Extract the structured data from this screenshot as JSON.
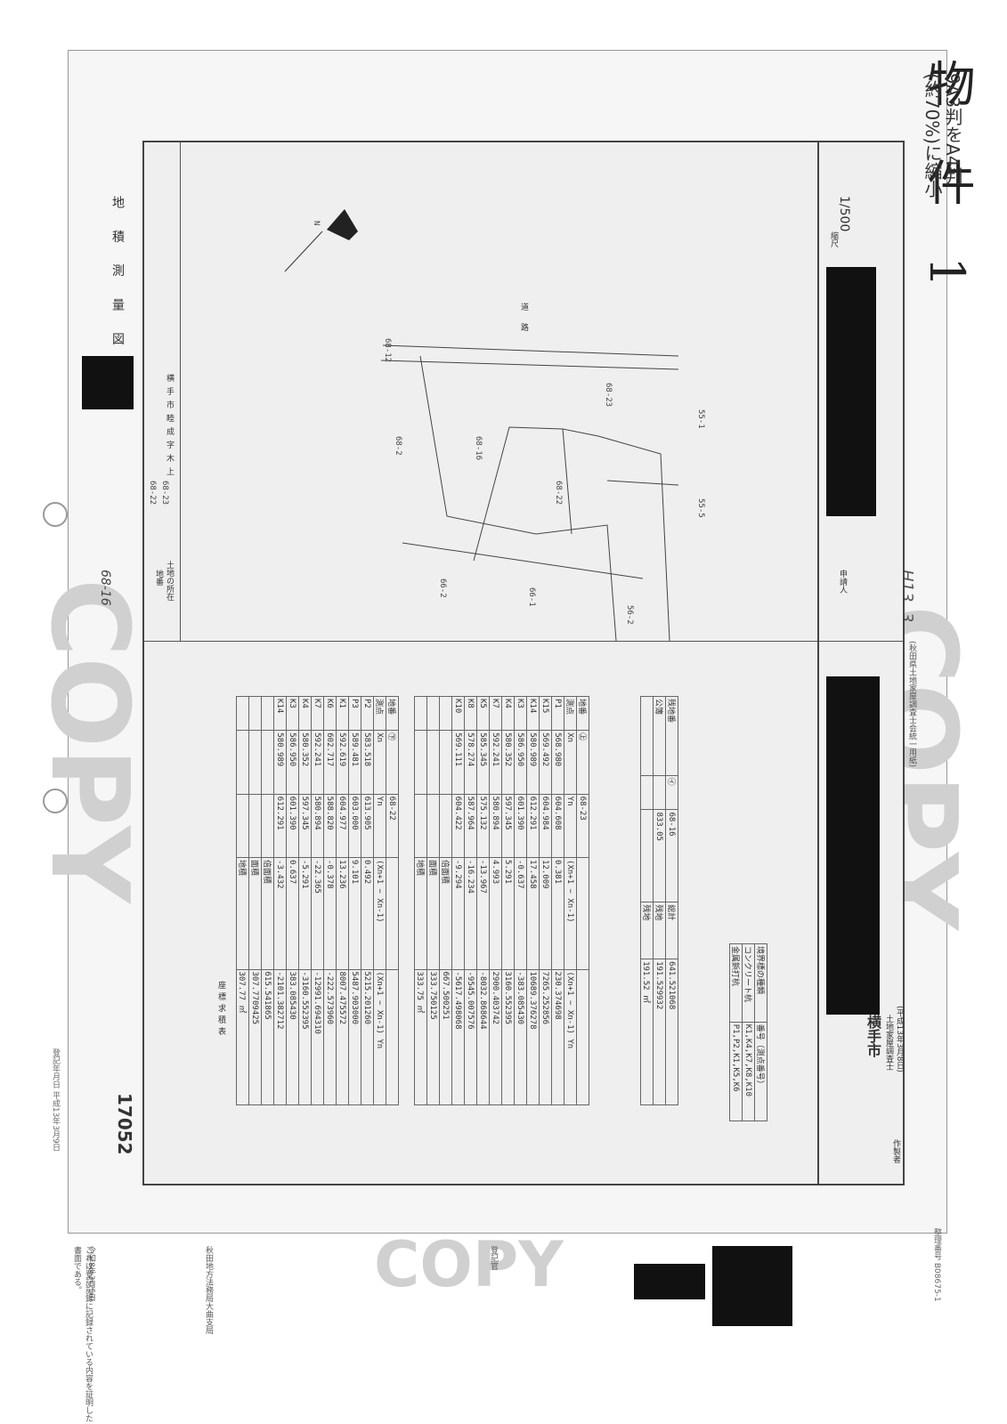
{
  "page_label": "物 件 1",
  "reduce_note": [
    "9A3判をA4判",
    "(約70%)に縮小"
  ],
  "doc_number": "17052",
  "registration": "登記年月日 平成13年3月9日",
  "cert_text": {
    "line1": "これは登記記録に記録されている内容を証明した書面である。",
    "date": "令和8年3月5日",
    "office": "秋田地方法務局大曲支局",
    "officer": "登記官"
  },
  "serial": "整理番号 B08675-1",
  "stamp_text": "H13. 3",
  "title": "地 積 測 量 図",
  "lot_header": {
    "label": "地番",
    "values": [
      "68-22",
      "68-23"
    ],
    "handwritten": "68-16",
    "location_label": "土地の所在",
    "location": "横手市睦成字木上"
  },
  "scale": {
    "label": "縮尺",
    "value": "1/500"
  },
  "applicant_label": "申請人",
  "maker": {
    "label": "作製者",
    "city": "横手市",
    "org": "土地家屋調査士",
    "date": "(平成13年3月8日)",
    "footnote": "(秋田県土地家屋調査士会統一用紙)"
  },
  "watermark": "COPY",
  "map_labels": {
    "north": "N",
    "lots": [
      "68-2",
      "68-16",
      "68-22",
      "68-23",
      "66-2",
      "66-1",
      "56-2",
      "55-5",
      "55-1",
      "68-12"
    ],
    "road": "道路"
  },
  "table1": {
    "title": "座標求積表",
    "header": {
      "lot_label": "地番",
      "lot_mark": "㊦",
      "lot": "68-22",
      "cols": [
        "測点",
        "Xn",
        "Yn",
        "(Xn+1 − Xn-1)",
        "(Xn+1 − Xn-1) Yn"
      ]
    },
    "rows": [
      [
        "P2",
        "583.518",
        "613.905",
        "0.492",
        "5215.201260"
      ],
      [
        "P3",
        "589.481",
        "603.000",
        "9.101",
        "5487.903000"
      ],
      [
        "K1",
        "592.619",
        "604.977",
        "13.236",
        "8007.475572"
      ],
      [
        "K6",
        "602.717",
        "588.820",
        "-0.378",
        "-222.573960"
      ],
      [
        "K7",
        "592.241",
        "580.894",
        "-22.365",
        "-12991.694310"
      ],
      [
        "K4",
        "580.352",
        "597.345",
        "-5.291",
        "-3160.552395"
      ],
      [
        "K3",
        "586.950",
        "601.390",
        "0.637",
        "383.085430"
      ],
      [
        "K14",
        "580.989",
        "612.291",
        "-3.432",
        "-2101.382712"
      ]
    ],
    "totals": [
      [
        "倍面積",
        "615.541865"
      ],
      [
        "面積",
        "307.7709425"
      ],
      [
        "地積",
        "307.77 ㎡"
      ]
    ]
  },
  "table2": {
    "header": {
      "lot_label": "地番",
      "lot_mark": "㊤",
      "lot": "68-23",
      "cols": [
        "測点",
        "Xn",
        "Yn",
        "(Xn+1 − Xn-1)",
        "(Xn+1 − Xn-1) Yn"
      ]
    },
    "rows": [
      [
        "P1",
        "568.980",
        "604.608",
        "0.381",
        "230.374698"
      ],
      [
        "K15",
        "569.492",
        "604.984",
        "12.009",
        "7265.252856"
      ],
      [
        "K14",
        "580.989",
        "612.291",
        "17.458",
        "10689.376278"
      ],
      [
        "K3",
        "586.950",
        "601.390",
        "-0.637",
        "-383.085430"
      ],
      [
        "K4",
        "580.352",
        "597.345",
        "5.291",
        "3160.552395"
      ],
      [
        "K7",
        "592.241",
        "580.894",
        "4.993",
        "2900.403742"
      ],
      [
        "K5",
        "585.345",
        "575.132",
        "-13.967",
        "-8032.868644"
      ],
      [
        "K8",
        "578.274",
        "587.964",
        "-16.234",
        "-9545.007576"
      ],
      [
        "K10",
        "569.111",
        "604.422",
        "-9.294",
        "-5617.498068"
      ]
    ],
    "totals": [
      [
        "倍面積",
        "667.500251"
      ],
      [
        "面積",
        "333.750125"
      ],
      [
        "地積",
        "333.75 ㎡"
      ]
    ]
  },
  "table3": {
    "header": {
      "label": "残地番",
      "mark": "㋑",
      "lot": "68-16"
    },
    "row": [
      "公簿",
      "833.05"
    ],
    "totals": [
      [
        "総計",
        "641.521068"
      ],
      [
        "残地",
        "191.529932"
      ],
      [
        "残地",
        "191.52 ㎡"
      ]
    ]
  },
  "legend": {
    "header": [
      "境界標の種類",
      "番号（測点番号）"
    ],
    "rows": [
      [
        "コンクリート杭",
        "K1,K4,K7,K8,K10"
      ],
      [
        "金属鋲打杭",
        "P1,P2,K1,K5,K6"
      ]
    ]
  }
}
